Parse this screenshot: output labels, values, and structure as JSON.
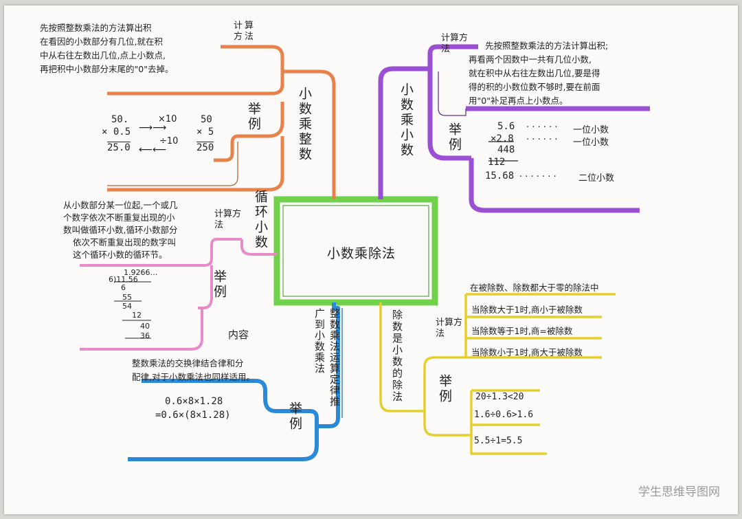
{
  "center": {
    "title": "小数乘除法"
  },
  "colors": {
    "center": "#6fd24a",
    "orange": "#e8824a",
    "purple": "#9b4fd2",
    "pink": "#e88cc8",
    "blue": "#2a8ad8",
    "yellow": "#e6cf2a"
  },
  "branch_mul_int": {
    "title": "小数乘整数",
    "method_label": "计算方法",
    "method_lines": [
      "先按照整数乘法的方法算出积",
      "在看因的小数部分有几位,就在积",
      "中从右往左数出几位,点上小数点,",
      "再把积中小数部分末尾的\"0\"去掉。"
    ],
    "example_label": "举例",
    "example": {
      "a": "50.",
      "b": "× 0.5",
      "c": "25.0",
      "d": "50",
      "e": "× 5",
      "f": "250",
      "op1": "×10",
      "op2": "÷10"
    }
  },
  "branch_mul_dec": {
    "title": "小数乘小数",
    "method_label": "计算方法",
    "method_lines": [
      "先按照整数乘法的方法计算出积;",
      "再看两个因数中一共有几位小数,",
      "就在积中从右往左数出几位,要是得",
      "得的积的小数位数不够时,要在前面",
      "用\"0\"补足再点上小数点。"
    ],
    "example_label": "举例",
    "example": {
      "r1": "5.6",
      "r1n": "一位小数",
      "r2": "×2.8",
      "r2n": "一位小数",
      "r3": "448",
      "r4": "112",
      "r5": "15.68",
      "r5n": "二位小数"
    }
  },
  "branch_repeat": {
    "title": "循环小数",
    "method_label": "计算方法",
    "method_lines": [
      "从小数部分某一位起,一个或几",
      "个数字依次不断重复出现的小",
      "数叫做循环小数,循环小数部分",
      "依次不断重复出现的数字叫",
      "这个循环小数的循环节。"
    ],
    "example_label": "举例",
    "content_label": "内容",
    "division": [
      "1.9266…",
      "6)11.56",
      "6",
      "55",
      "54",
      "12",
      "40",
      "36"
    ]
  },
  "branch_law": {
    "title": "整数乘法运算定律推广到小数乘法",
    "method_lines": [
      "整数乘法的交换律结合律和分",
      "配律,对于小数乘法也同样适用。"
    ],
    "example_label": "举例",
    "example_lines": [
      "0.6×8×1.28",
      "=0.6×(8×1.28)"
    ]
  },
  "branch_div": {
    "title": "除数是小数的除法",
    "method_label": "计算方法",
    "rules": [
      "在被除数、除数都大于零的除法中",
      "当除数大于1时,商小于被除数",
      "当除数等于1时,商=被除数",
      "当除数小于1时,商大于被除数"
    ],
    "example_label": "举例",
    "examples": [
      "20÷1.3<20",
      "1.6÷0.6>1.6",
      "5.5÷1=5.5"
    ]
  },
  "watermark": "学生思维导图网"
}
